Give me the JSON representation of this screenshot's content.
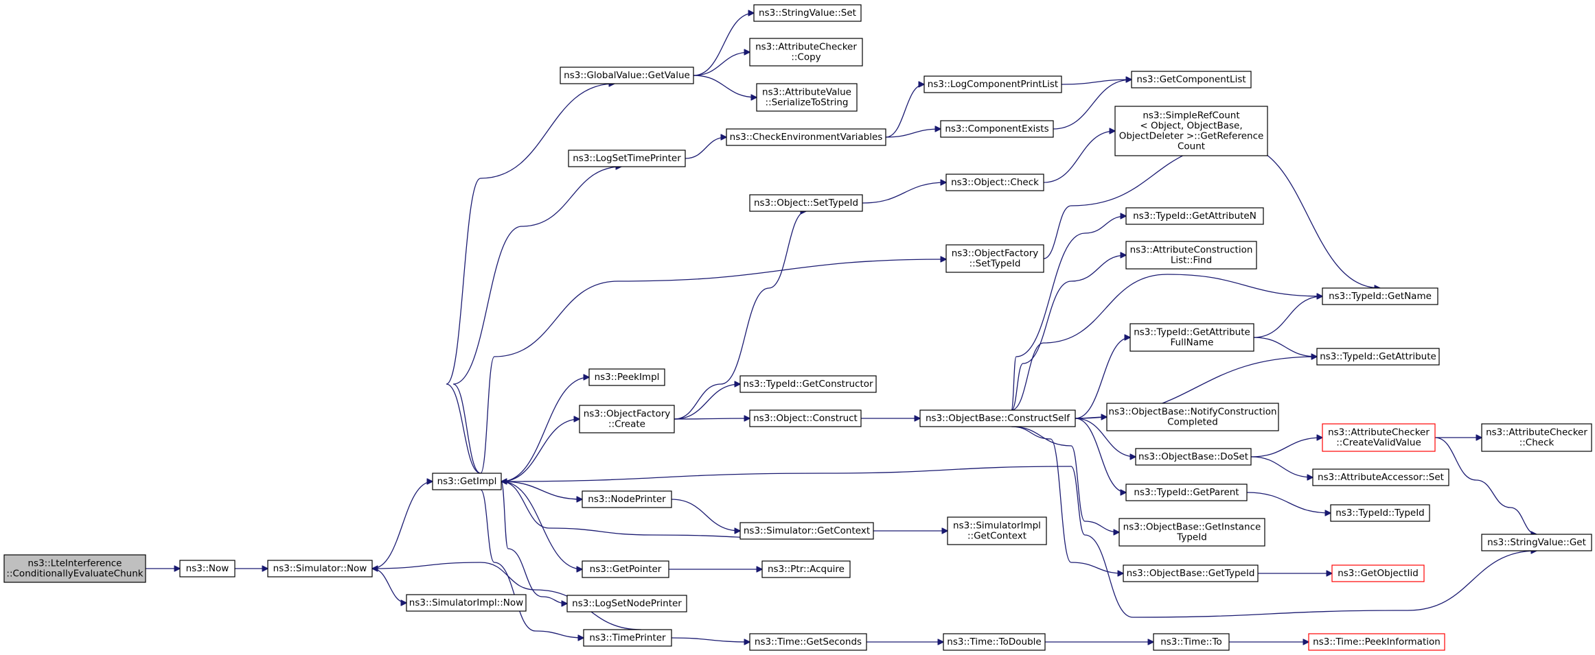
{
  "nodes": [
    {
      "id": "root",
      "lines": [
        "ns3::LteInterference",
        "::ConditionallyEvaluateChunk"
      ],
      "style": "root"
    },
    {
      "id": "now",
      "lines": [
        "ns3::Now"
      ]
    },
    {
      "id": "simnow",
      "lines": [
        "ns3::Simulator::Now"
      ]
    },
    {
      "id": "simimplnow",
      "lines": [
        "ns3::SimulatorImpl::Now"
      ]
    },
    {
      "id": "getimpl",
      "lines": [
        "ns3::GetImpl"
      ]
    },
    {
      "id": "gvgetvalue",
      "lines": [
        "ns3::GlobalValue::GetValue"
      ]
    },
    {
      "id": "svset",
      "lines": [
        "ns3::StringValue::Set"
      ]
    },
    {
      "id": "accopy",
      "lines": [
        "ns3::AttributeChecker",
        "::Copy"
      ]
    },
    {
      "id": "avser",
      "lines": [
        "ns3::AttributeValue",
        "::SerializeToString"
      ]
    },
    {
      "id": "logsettime",
      "lines": [
        "ns3::LogSetTimePrinter"
      ]
    },
    {
      "id": "checkenv",
      "lines": [
        "ns3::CheckEnvironmentVariables"
      ]
    },
    {
      "id": "logcompprint",
      "lines": [
        "ns3::LogComponentPrintList"
      ]
    },
    {
      "id": "getcomplist",
      "lines": [
        "ns3::GetComponentList"
      ]
    },
    {
      "id": "compexists",
      "lines": [
        "ns3::ComponentExists"
      ]
    },
    {
      "id": "simplerefcount",
      "lines": [
        "ns3::SimpleRefCount",
        "< Object, ObjectBase,",
        "ObjectDeleter >::GetReference",
        "Count"
      ]
    },
    {
      "id": "objsettypeid",
      "lines": [
        "ns3::Object::SetTypeId"
      ]
    },
    {
      "id": "objcheck",
      "lines": [
        "ns3::Object::Check"
      ]
    },
    {
      "id": "ofsettypeid",
      "lines": [
        "ns3::ObjectFactory",
        "::SetTypeId"
      ]
    },
    {
      "id": "tidgetattrn",
      "lines": [
        "ns3::TypeId::GetAttributeN"
      ]
    },
    {
      "id": "acfind",
      "lines": [
        "ns3::AttributeConstruction",
        "List::Find"
      ]
    },
    {
      "id": "tidgetname",
      "lines": [
        "ns3::TypeId::GetName"
      ]
    },
    {
      "id": "tidgetattrfull",
      "lines": [
        "ns3::TypeId::GetAttribute",
        "FullName"
      ]
    },
    {
      "id": "tidgetattr",
      "lines": [
        "ns3::TypeId::GetAttribute"
      ]
    },
    {
      "id": "peekimpl",
      "lines": [
        "ns3::PeekImpl"
      ]
    },
    {
      "id": "ofcreate",
      "lines": [
        "ns3::ObjectFactory",
        "::Create"
      ]
    },
    {
      "id": "tidgetctor",
      "lines": [
        "ns3::TypeId::GetConstructor"
      ]
    },
    {
      "id": "objconstruct",
      "lines": [
        "ns3::Object::Construct"
      ]
    },
    {
      "id": "obconstructself",
      "lines": [
        "ns3::ObjectBase::ConstructSelf"
      ]
    },
    {
      "id": "obnotify",
      "lines": [
        "ns3::ObjectBase::NotifyConstruction",
        "Completed"
      ]
    },
    {
      "id": "obdoset",
      "lines": [
        "ns3::ObjectBase::DoSet"
      ]
    },
    {
      "id": "accreatevalid",
      "lines": [
        "ns3::AttributeChecker",
        "::CreateValidValue"
      ],
      "style": "red"
    },
    {
      "id": "accheck",
      "lines": [
        "ns3::AttributeChecker",
        "::Check"
      ]
    },
    {
      "id": "aaset",
      "lines": [
        "ns3::AttributeAccessor::Set"
      ]
    },
    {
      "id": "nodeprinter",
      "lines": [
        "ns3::NodePrinter"
      ]
    },
    {
      "id": "simgetcontext",
      "lines": [
        "ns3::Simulator::GetContext"
      ]
    },
    {
      "id": "simimplgetcontext",
      "lines": [
        "ns3::SimulatorImpl",
        "::GetContext"
      ]
    },
    {
      "id": "tidgetparent",
      "lines": [
        "ns3::TypeId::GetParent"
      ]
    },
    {
      "id": "tidtypeid",
      "lines": [
        "ns3::TypeId::TypeId"
      ]
    },
    {
      "id": "obgetinstance",
      "lines": [
        "ns3::ObjectBase::GetInstance",
        "TypeId"
      ]
    },
    {
      "id": "svget",
      "lines": [
        "ns3::StringValue::Get"
      ]
    },
    {
      "id": "getpointer",
      "lines": [
        "ns3::GetPointer"
      ]
    },
    {
      "id": "ptracquire",
      "lines": [
        "ns3::Ptr::Acquire"
      ]
    },
    {
      "id": "obgettypeid",
      "lines": [
        "ns3::ObjectBase::GetTypeId"
      ]
    },
    {
      "id": "getobjectiid",
      "lines": [
        "ns3::GetObjectIid"
      ],
      "style": "red"
    },
    {
      "id": "logsetnode",
      "lines": [
        "ns3::LogSetNodePrinter"
      ]
    },
    {
      "id": "timeprinter",
      "lines": [
        "ns3::TimePrinter"
      ]
    },
    {
      "id": "timegetsec",
      "lines": [
        "ns3::Time::GetSeconds"
      ]
    },
    {
      "id": "timetodouble",
      "lines": [
        "ns3::Time::ToDouble"
      ]
    },
    {
      "id": "timeto",
      "lines": [
        "ns3::Time::To"
      ]
    },
    {
      "id": "timepeek",
      "lines": [
        "ns3::Time::PeekInformation"
      ],
      "style": "red"
    }
  ],
  "edges": [
    [
      "root",
      "now"
    ],
    [
      "now",
      "simnow"
    ],
    [
      "simnow",
      "getimpl"
    ],
    [
      "simnow",
      "simimplnow"
    ],
    [
      "getimpl",
      "gvgetvalue"
    ],
    [
      "getimpl",
      "logsettime"
    ],
    [
      "getimpl",
      "ofsettypeid"
    ],
    [
      "getimpl",
      "peekimpl"
    ],
    [
      "getimpl",
      "ofcreate"
    ],
    [
      "getimpl",
      "nodeprinter"
    ],
    [
      "getimpl",
      "svget"
    ],
    [
      "getimpl",
      "getpointer"
    ],
    [
      "getimpl",
      "logsetnode"
    ],
    [
      "getimpl",
      "timeprinter"
    ],
    [
      "gvgetvalue",
      "svset"
    ],
    [
      "gvgetvalue",
      "accopy"
    ],
    [
      "gvgetvalue",
      "avser"
    ],
    [
      "logsettime",
      "checkenv"
    ],
    [
      "checkenv",
      "logcompprint"
    ],
    [
      "checkenv",
      "compexists"
    ],
    [
      "logcompprint",
      "getcomplist"
    ],
    [
      "compexists",
      "getcomplist"
    ],
    [
      "objsettypeid",
      "objcheck"
    ],
    [
      "objcheck",
      "simplerefcount"
    ],
    [
      "ofsettypeid",
      "tidgetname"
    ],
    [
      "ofcreate",
      "objsettypeid"
    ],
    [
      "ofcreate",
      "tidgetctor"
    ],
    [
      "ofcreate",
      "objconstruct"
    ],
    [
      "objconstruct",
      "obconstructself"
    ],
    [
      "obconstructself",
      "tidgetattrn"
    ],
    [
      "obconstructself",
      "acfind"
    ],
    [
      "obconstructself",
      "tidgetname"
    ],
    [
      "obconstructself",
      "tidgetattrfull"
    ],
    [
      "obconstructself",
      "tidgetattr"
    ],
    [
      "obconstructself",
      "obnotify"
    ],
    [
      "obconstructself",
      "obdoset"
    ],
    [
      "obconstructself",
      "tidgetparent"
    ],
    [
      "obconstructself",
      "obgetinstance"
    ],
    [
      "obconstructself",
      "obgettypeid"
    ],
    [
      "tidgetattrfull",
      "tidgetname"
    ],
    [
      "tidgetattrfull",
      "tidgetattr"
    ],
    [
      "obdoset",
      "accreatevalid"
    ],
    [
      "obdoset",
      "aaset"
    ],
    [
      "accreatevalid",
      "accheck"
    ],
    [
      "accreatevalid",
      "svget"
    ],
    [
      "tidgetparent",
      "tidtypeid"
    ],
    [
      "obgettypeid",
      "getobjectiid"
    ],
    [
      "nodeprinter",
      "simgetcontext"
    ],
    [
      "simgetcontext",
      "simimplgetcontext"
    ],
    [
      "simgetcontext",
      "getimpl"
    ],
    [
      "getpointer",
      "ptracquire"
    ],
    [
      "timeprinter",
      "timegetsec"
    ],
    [
      "timeprinter",
      "simnow"
    ],
    [
      "timegetsec",
      "timetodouble"
    ],
    [
      "timetodouble",
      "timeto"
    ],
    [
      "timeto",
      "timepeek"
    ]
  ]
}
